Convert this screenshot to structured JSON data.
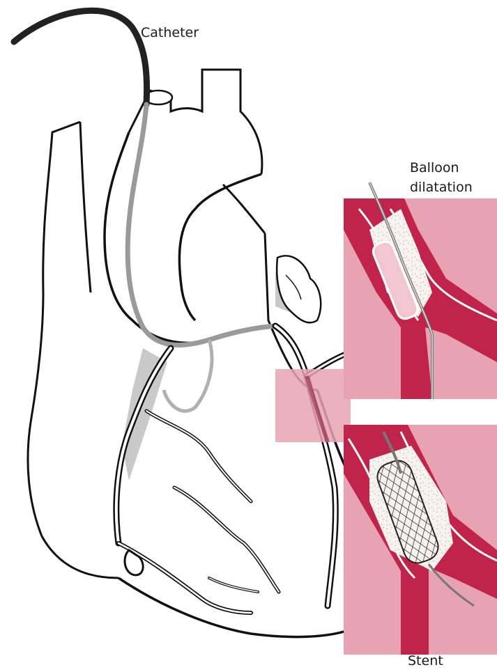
{
  "labels": {
    "catheter": "Catheter",
    "balloon_line1": "Balloon",
    "balloon_line2": "dilatation",
    "stent": "Stent"
  },
  "colors": {
    "vessel_red": "#c0244a",
    "panel_pink": "#e8a3b2",
    "panel_pink_light": "#f2c6d1",
    "plaque": "#f6f2ee",
    "catheter": "#222222",
    "catheter_gray": "#9a9a9a",
    "shadow_gray": "#c9c9c9"
  },
  "icons": {
    "heart": "heart-illustration",
    "balloon_panel": "balloon-dilatation-inset",
    "stent_panel": "stent-inset"
  }
}
